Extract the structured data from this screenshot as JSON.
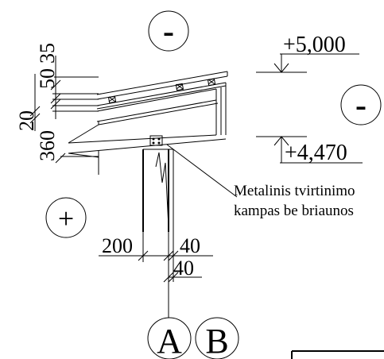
{
  "zones": {
    "minus_top": "-",
    "minus_right": "-",
    "plus_left": "+"
  },
  "levels": {
    "top": "+5,000",
    "bottom": "+4,470"
  },
  "vertical_dims": {
    "d50": "50",
    "d35": "35",
    "d20": "20",
    "d360": "360"
  },
  "horizontal_dims": {
    "d200": "200",
    "d40a": "40",
    "d40b": "40"
  },
  "callout": {
    "line1": "Metalinis tvirtinimo",
    "line2": "kampas be briaunos"
  },
  "axes": {
    "a": "A",
    "b": "B"
  }
}
